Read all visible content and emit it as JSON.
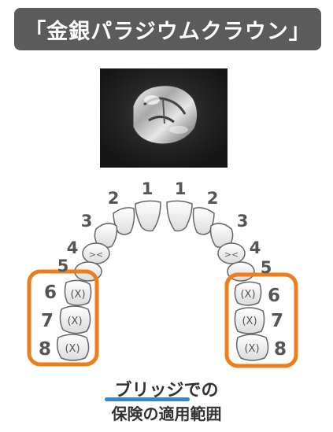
{
  "title": "「金銀パラジウムクラウン」",
  "tooth_numbers_upper_left": [
    "1",
    "2",
    "3",
    "4",
    "5"
  ],
  "tooth_numbers_upper_right": [
    "1",
    "2",
    "3",
    "4",
    "5"
  ],
  "tooth_numbers_highlight_left": [
    "6",
    "7",
    "8"
  ],
  "tooth_numbers_highlight_right": [
    "6",
    "7",
    "8"
  ],
  "caption": {
    "line1_emph": "ブリッジ",
    "line1_rest": "での",
    "line2": "保険の適用範囲"
  },
  "colors": {
    "title_bg": "#5b5b5b",
    "highlight_border": "#f07d1c",
    "underline": "#2a8ad8",
    "tooth_fill": "#f4f4f4",
    "tooth_stroke": "#666666"
  },
  "icons": {
    "photo": "silver-crown-photo"
  }
}
